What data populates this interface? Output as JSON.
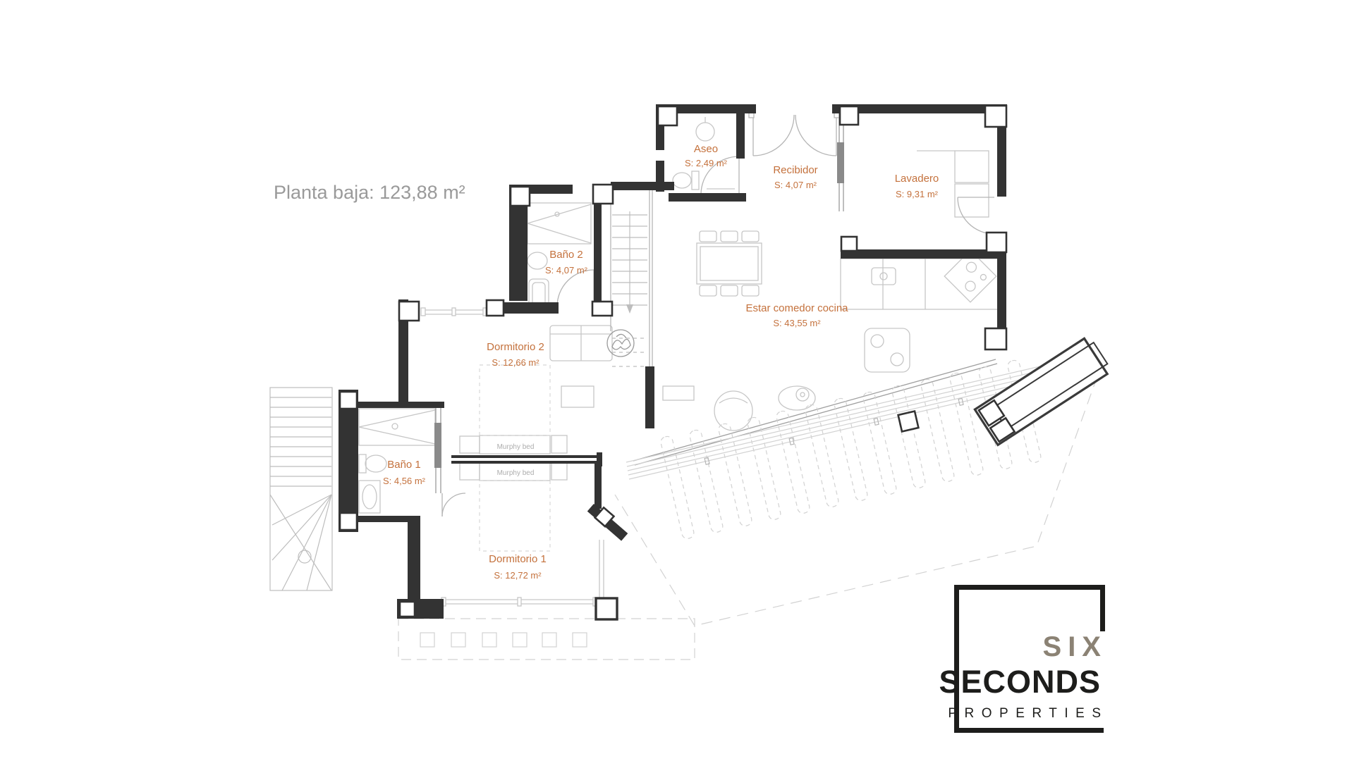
{
  "plan": {
    "title": "Planta baja: 123,88 m²",
    "rooms": {
      "aseo": {
        "name": "Aseo",
        "area": "S: 2,49 m²"
      },
      "recibidor": {
        "name": "Recibidor",
        "area": "S: 4,07 m²"
      },
      "lavadero": {
        "name": "Lavadero",
        "area": "S: 9,31 m²"
      },
      "bano2": {
        "name": "Baño 2",
        "area": "S: 4,07 m²"
      },
      "dormitorio2": {
        "name": "Dormitorio 2",
        "area": "S: 12,66 m²"
      },
      "estar": {
        "name": "Estar comedor cocina",
        "area": "S: 43,55 m²"
      },
      "bano1": {
        "name": "Baño 1",
        "area": "S: 4,56 m²"
      },
      "dormitorio1": {
        "name": "Dormitorio 1",
        "area": "S: 12,72 m²"
      }
    },
    "annotations": {
      "murphy_bed_1": "Murphy bed",
      "murphy_bed_2": "Murphy bed"
    }
  },
  "logo": {
    "line1": "SIX",
    "line2": "SECONDS",
    "line3": "PROPERTIES"
  },
  "colors": {
    "room_label": "#c4713c",
    "wall": "#333333",
    "furniture_gray": "#c6c6c6",
    "title_gray": "#9a9a9a",
    "logo_taupe": "#8b8274",
    "logo_black": "#1d1d1b"
  }
}
